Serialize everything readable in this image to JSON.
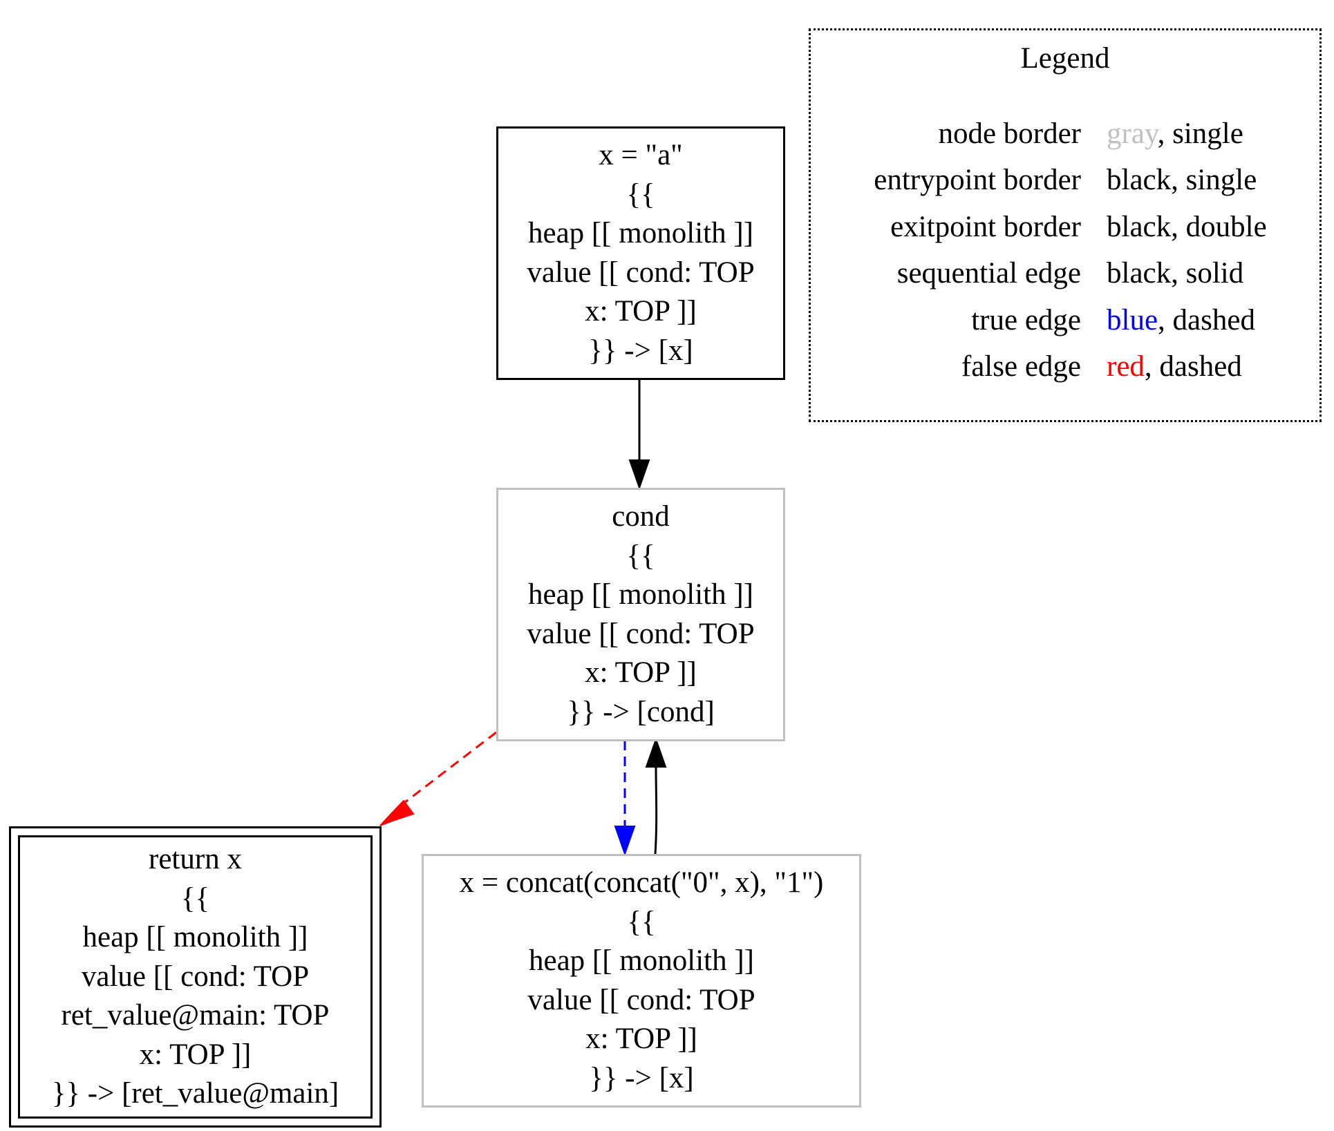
{
  "nodes": {
    "entry": {
      "lines": [
        "x = \"a\"",
        "{{",
        "heap [[ monolith ]]",
        "value [[ cond: TOP",
        "x: TOP ]]",
        "}} -> [x]"
      ]
    },
    "cond": {
      "lines": [
        "cond",
        "{{",
        "heap [[ monolith ]]",
        "value [[ cond: TOP",
        "x: TOP ]]",
        "}} -> [cond]"
      ]
    },
    "exit": {
      "lines": [
        "return x",
        "{{",
        "heap [[ monolith ]]",
        "value [[ cond: TOP",
        "ret_value@main: TOP",
        "x: TOP ]]",
        "}} -> [ret_value@main]"
      ]
    },
    "concat": {
      "lines": [
        "x = concat(concat(\"0\", x), \"1\")",
        "{{",
        "heap [[ monolith ]]",
        "value [[ cond: TOP",
        "x: TOP ]]",
        "}} -> [x]"
      ]
    }
  },
  "edges": [
    {
      "from": "entry",
      "to": "cond",
      "kind": "sequential"
    },
    {
      "from": "cond",
      "to": "exit",
      "kind": "false"
    },
    {
      "from": "cond",
      "to": "concat",
      "kind": "true"
    },
    {
      "from": "concat",
      "to": "cond",
      "kind": "sequential"
    }
  ],
  "legend": {
    "title": "Legend",
    "rows": [
      {
        "key": "node border",
        "color_word": "gray",
        "color": "#c0c0c0",
        "rest": ", single"
      },
      {
        "key": "entrypoint border",
        "color_word": "black",
        "color": "#000000",
        "rest": ", single"
      },
      {
        "key": "exitpoint border",
        "color_word": "black",
        "color": "#000000",
        "rest": ", double"
      },
      {
        "key": "sequential edge",
        "color_word": "black",
        "color": "#000000",
        "rest": ", solid"
      },
      {
        "key": "true edge",
        "color_word": "blue",
        "color": "#0000ff",
        "rest": ", dashed"
      },
      {
        "key": "false edge",
        "color_word": "red",
        "color": "#ff0000",
        "rest": ", dashed"
      }
    ]
  },
  "colors": {
    "sequential": "#000000",
    "true": "#0000ff",
    "false": "#ff0000",
    "node_border": "#c0c0c0"
  }
}
